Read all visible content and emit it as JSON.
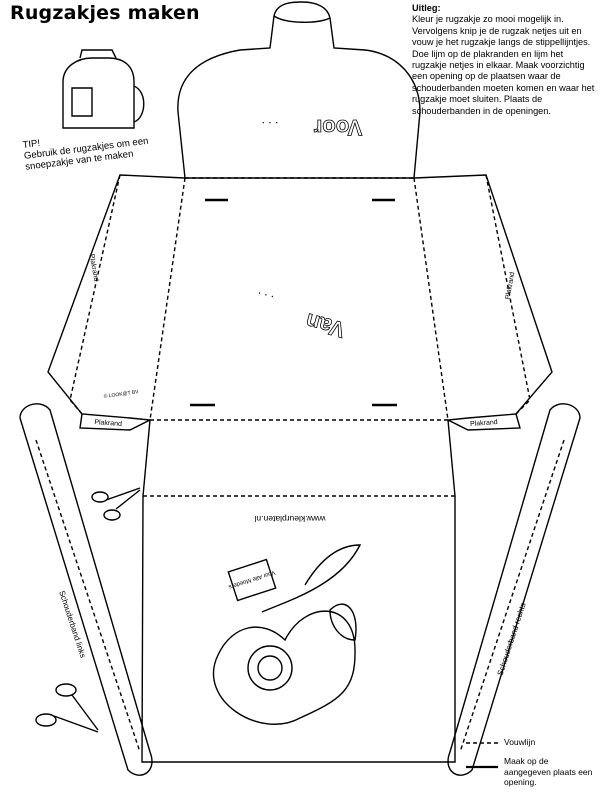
{
  "title": "Rugzakjes maken",
  "instructions": {
    "heading": "Uitleg:",
    "body": "Kleur je rugzakje zo mooi mogelijk in. Vervolgens knip je de rugzak netjes uit en vouw je het rugzakje langs de stippellijntjes. Doe lijm op de plakranden en lijm het rugzakje netjes in elkaar. Maak voorzichtig een opening op de plaatsen waar de schouderbanden moeten komen en waar het rugzakje moet sluiten.  Plaats de schouderbanden in de openingen."
  },
  "tip": {
    "heading": "TIP!",
    "text": "Gebruik de rugzakjes om een snoepzakje van te maken"
  },
  "panels": {
    "front_label": "Voor",
    "front_dots": ". . .",
    "from_label": "Van",
    "from_dots": ". . .",
    "website": "www.kleurplaten.nl",
    "card_text": "Voor Alle Moeders"
  },
  "flaps": {
    "glue": "Plakrand"
  },
  "straps": {
    "left": "Schouderband links",
    "right": "Schouderband rechts"
  },
  "copyright": "© LOOK@T BV",
  "legend": {
    "fold_line": "Vouwlijn",
    "cut_line": "Maak op de aangegeven plaats een opening."
  },
  "icons": [
    "backpack-icon",
    "scissors-icon",
    "scissors-icon",
    "rose-heart-illustration"
  ]
}
